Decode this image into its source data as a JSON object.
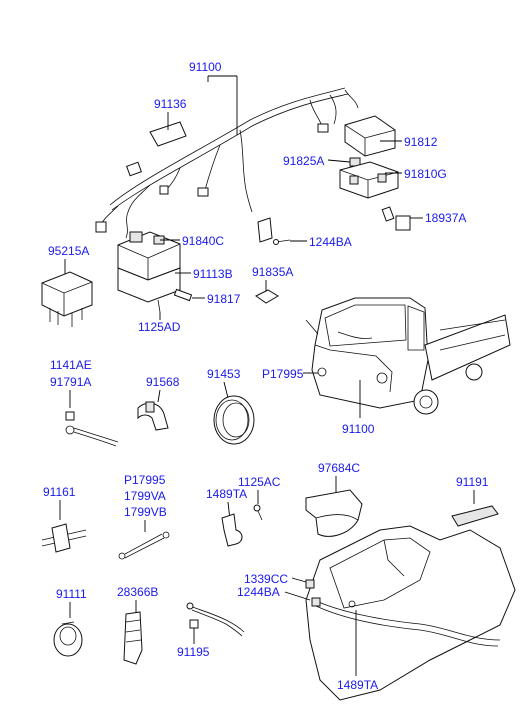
{
  "labels": {
    "c91100_top": "91100",
    "c91136": "91136",
    "c91812": "91812",
    "c91825A": "91825A",
    "c91810G": "91810G",
    "c18937A": "18937A",
    "c95215A": "95215A",
    "c91840C": "91840C",
    "c1244BA_a": "1244BA",
    "c91113B": "91113B",
    "c91835A": "91835A",
    "c91817": "91817",
    "c1125AD": "1125AD",
    "c1141AE": "1141AE",
    "c91791A": "91791A",
    "c91568": "91568",
    "c91453": "91453",
    "cP17995_a": "P17995",
    "c91100_truck": "91100",
    "c91161": "91161",
    "cP17995_b": "P17995",
    "c1799VA": "1799VA",
    "c1799VB": "1799VB",
    "c1125AC": "1125AC",
    "c1489TA_a": "1489TA",
    "c97684C": "97684C",
    "c91191": "91191",
    "c1339CC": "1339CC",
    "c1244BA_b": "1244BA",
    "c91111": "91111",
    "c28366B": "28366B",
    "c91195": "91195",
    "c1489TA_b": "1489TA"
  }
}
